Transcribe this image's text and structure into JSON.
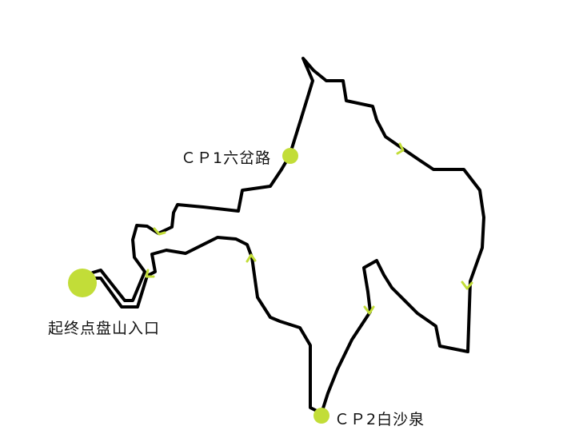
{
  "colors": {
    "route": "#000000",
    "accent": "#c2dd38"
  },
  "points": {
    "start": {
      "label": "起终点盘山入口",
      "icon": "start-end-marker"
    },
    "cp1": {
      "label": "ＣＰ1六岔路",
      "icon": "checkpoint-marker"
    },
    "cp2": {
      "label": "ＣＰ2白沙泉",
      "icon": "checkpoint-marker"
    }
  },
  "direction_arrow_icon": "direction-arrow"
}
